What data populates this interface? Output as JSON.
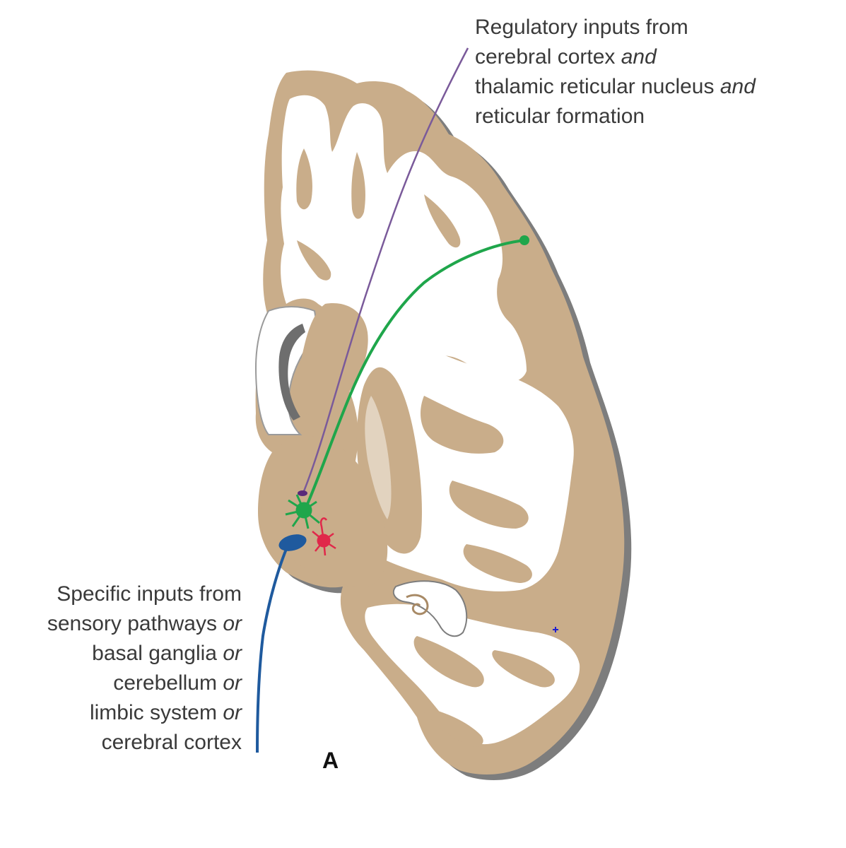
{
  "figure": {
    "panel_letter": "A",
    "regulatory_label": {
      "lines": [
        {
          "text": "Regulatory inputs from",
          "em": ""
        },
        {
          "text": "cerebral cortex ",
          "em": "and"
        },
        {
          "text": "thalamic reticular nucleus ",
          "em": "and"
        },
        {
          "text": "reticular formation",
          "em": ""
        }
      ]
    },
    "specific_label": {
      "lines": [
        {
          "text": "Specific inputs from",
          "em": ""
        },
        {
          "text": "sensory pathways ",
          "em": "or"
        },
        {
          "text": "basal ganglia ",
          "em": "or"
        },
        {
          "text": "cerebellum ",
          "em": "or"
        },
        {
          "text": "limbic system ",
          "em": "or"
        },
        {
          "text": "cerebral cortex",
          "em": ""
        }
      ]
    }
  },
  "colors": {
    "gray_matter": "#c9ad8a",
    "basal_ganglia_light": "#e2d3bf",
    "shadow": "#7d7d7d",
    "regulatory_pathway": "#7a5a9a",
    "cortical_projection": "#1fa64b",
    "specific_input": "#1f5a9e",
    "local_interneuron": "#e0284a",
    "text": "#3a3a3a"
  }
}
